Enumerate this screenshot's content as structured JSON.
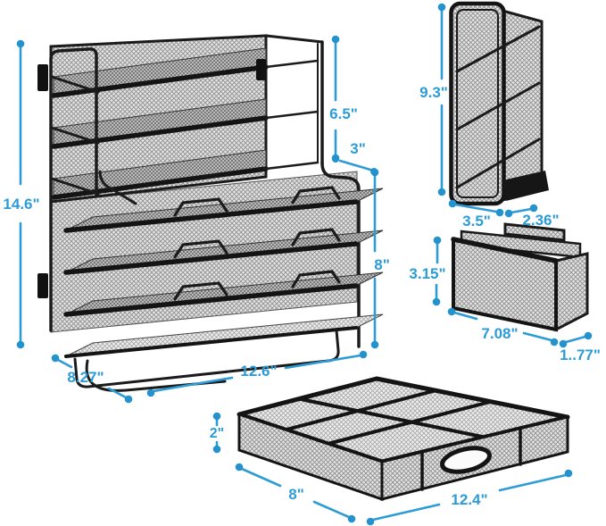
{
  "figure": {
    "type": "product-dimension-diagram",
    "background": "#ffffff",
    "accent_color": "#2d9bd6",
    "product_color": "#1b1b1b"
  },
  "illustrations": [
    {
      "id": "main-organizer",
      "desc": "5-tier mesh desktop organizer with slanted upper shelves and flat letter trays"
    },
    {
      "id": "vertical-file-holder",
      "desc": "upright mesh file holder with slanted sections"
    },
    {
      "id": "accessory-box",
      "desc": "small rectangular mesh holder box"
    },
    {
      "id": "drawer-tray",
      "desc": "flat mesh drawer tray with divided compartments and oval handle"
    }
  ],
  "dimensions": {
    "main_organizer": {
      "height": "14.6\"",
      "upper_height": "6.5\"",
      "step": "3\"",
      "lower_height": "8\"",
      "width": "12.6\"",
      "depth": "8.27\""
    },
    "vertical_file_holder": {
      "height": "9.3\"",
      "depth": "3.5\"",
      "width": "2.36\""
    },
    "accessory_box": {
      "height": "3.15\"",
      "width": "7.08\"",
      "depth": "1..77\""
    },
    "drawer_tray": {
      "height": "2\"",
      "depth": "8\"",
      "width": "12.4\""
    }
  }
}
